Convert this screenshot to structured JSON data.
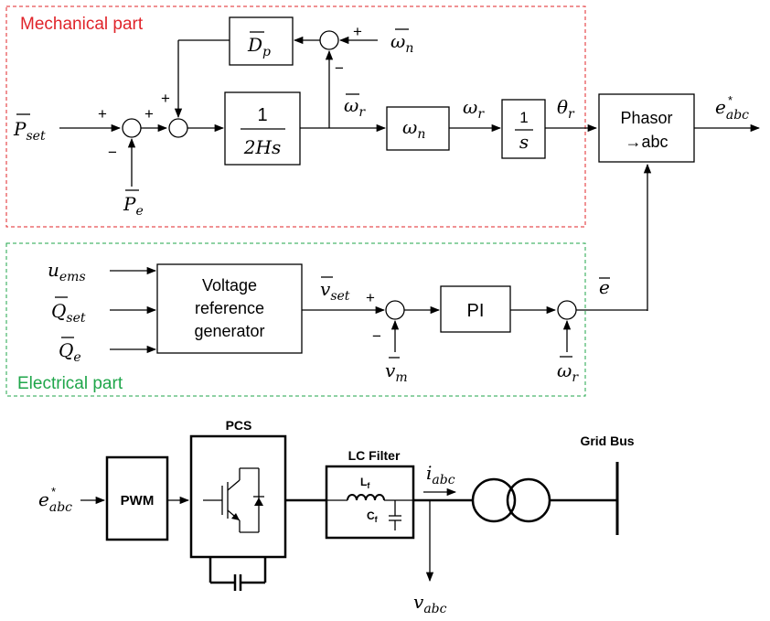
{
  "mechanical": {
    "title": "Mechanical part",
    "color": "#e0242a",
    "damping_block": "D",
    "damping_sub": "p",
    "omega_n_input": "ω",
    "omega_n_input_sub": "n",
    "p_set": "P",
    "p_set_sub": "set",
    "p_e": "P",
    "p_e_sub": "e",
    "inertia_num": "1",
    "inertia_den": "2Hs",
    "omega_r_bar": "ω",
    "omega_r_bar_sub": "r",
    "gain_block": "ω",
    "gain_block_sub": "n",
    "omega_r": "ω",
    "omega_r_sub": "r",
    "integrator_num": "1",
    "integrator_den": "s",
    "theta_r": "θ",
    "theta_r_sub": "r",
    "phasor_line1": "Phasor",
    "phasor_line2": "→abc",
    "e_abc_star": "e",
    "e_abc_star_sub": "abc",
    "star": "*",
    "plus": "+",
    "minus": "−"
  },
  "electrical": {
    "title": "Electrical part",
    "color": "#1fa64a",
    "u_ems": "u",
    "u_ems_sub": "ems",
    "q_set": "Q",
    "q_set_sub": "set",
    "q_e": "Q",
    "q_e_sub": "e",
    "vrg_line1": "Voltage",
    "vrg_line2": "reference",
    "vrg_line3": "generator",
    "v_set": "v",
    "v_set_sub": "set",
    "pi": "PI",
    "v_m": "v",
    "v_m_sub": "m",
    "e_bar": "e",
    "omega_r_bar": "ω",
    "omega_r_bar_sub": "r"
  },
  "circuit": {
    "input": "e",
    "input_sub": "abc",
    "pwm": "PWM",
    "pcs": "PCS",
    "lc_filter": "LC Filter",
    "lf": "L",
    "lf_sub": "f",
    "cf": "C",
    "cf_sub": "f",
    "i_abc": "i",
    "i_abc_sub": "abc",
    "v_abc": "v",
    "v_abc_sub": "abc",
    "grid_bus": "Grid Bus"
  }
}
